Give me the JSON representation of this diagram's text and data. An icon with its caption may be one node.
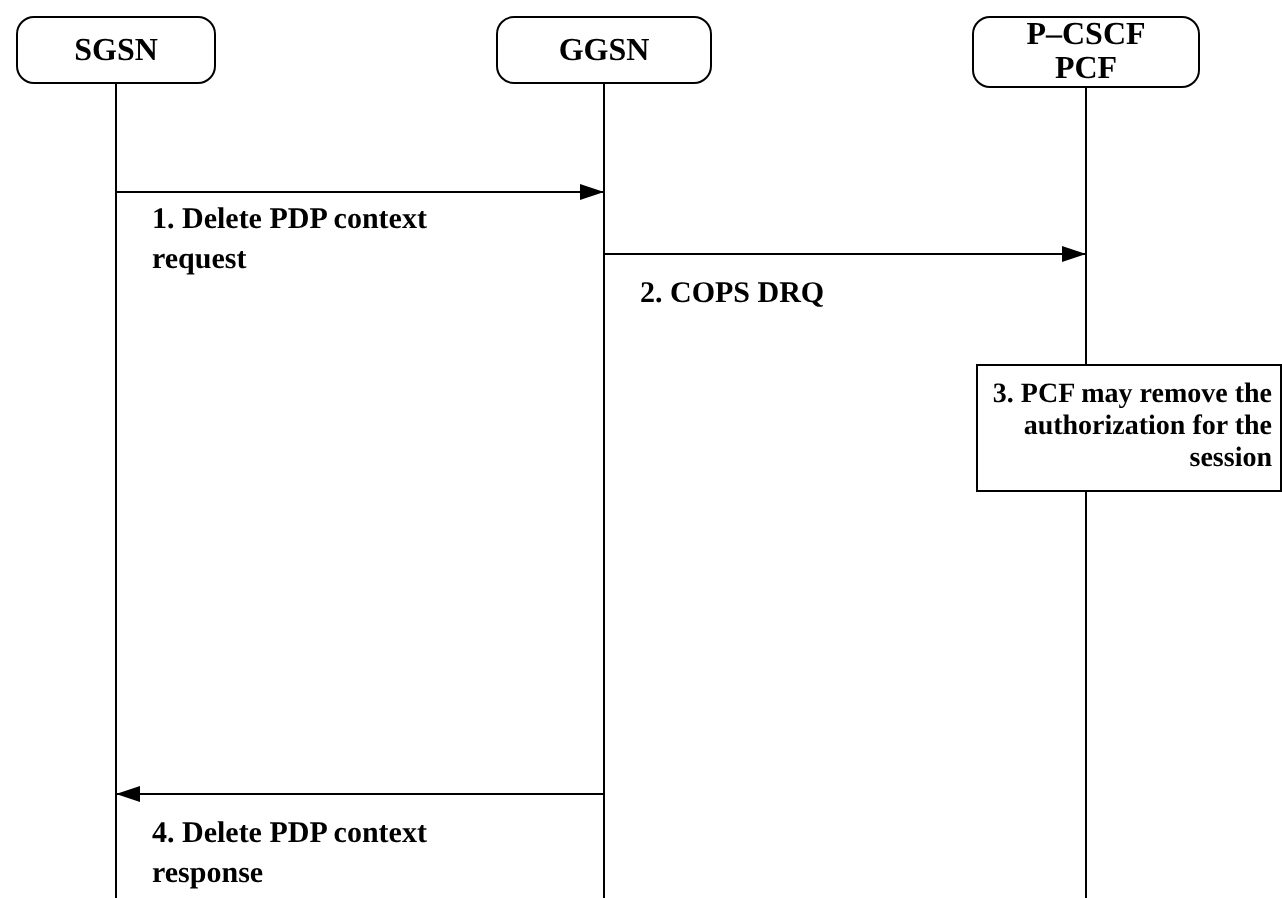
{
  "diagram": {
    "nodes": [
      {
        "text": [
          "SGSN"
        ]
      },
      {
        "text": [
          "GGSN"
        ]
      },
      {
        "text": [
          "P–CSCF PCF"
        ]
      },
      {
        "text": [
          "3. PCF may remove the authorization for the session"
        ]
      }
    ],
    "edges": [
      {
        "from": 0,
        "to": 1,
        "arrow": "to",
        "label": "1. Delete PDP context request"
      },
      {
        "from": 1,
        "to": 2,
        "arrow": "to",
        "label": "2. COPS DRQ"
      },
      {
        "from": 1,
        "to": 0,
        "arrow": "to",
        "label": "4. Delete PDP context response"
      }
    ]
  }
}
